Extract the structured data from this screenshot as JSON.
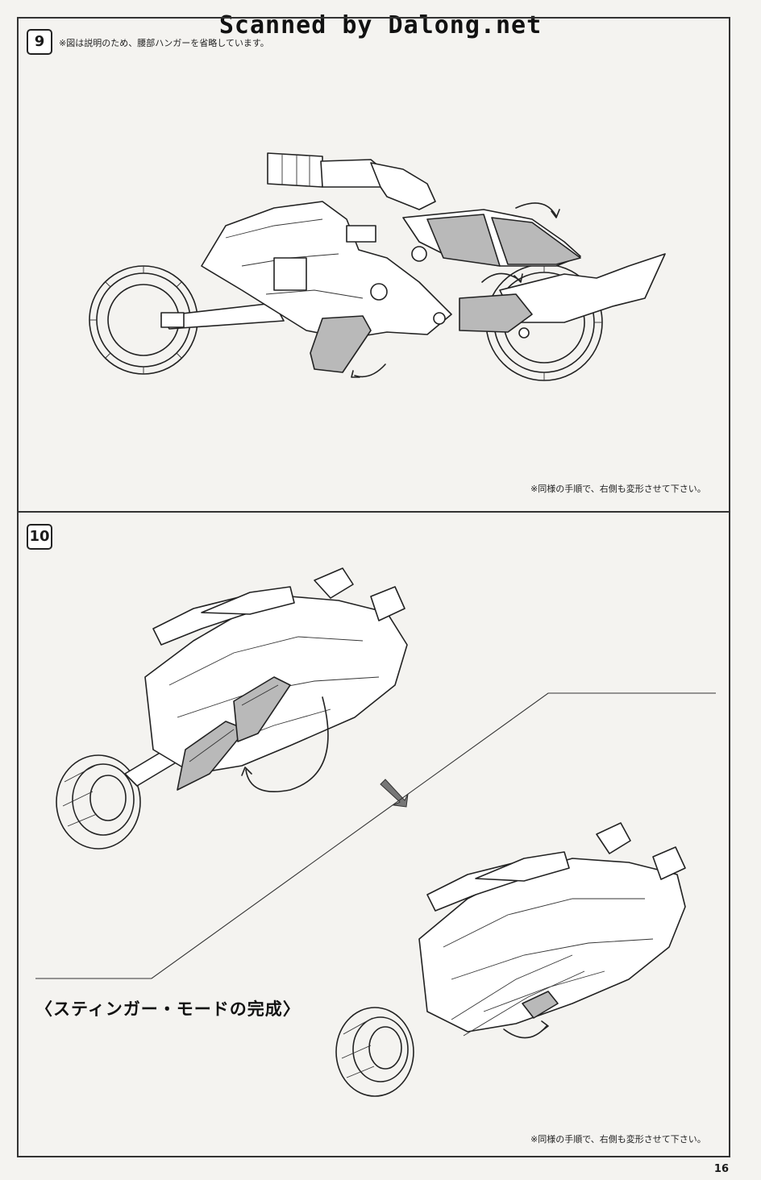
{
  "watermark": "Scanned by Dalong.net",
  "step9": {
    "number": "9",
    "top_note": "※図は説明のため、腰部ハンガーを省略しています。",
    "bottom_note": "※同様の手順で、右側も変形させて下さい。"
  },
  "step10": {
    "number": "10",
    "caption": "〈スティンガー・モードの完成〉",
    "bottom_note": "※同様の手順で、右側も変形させて下さい。"
  },
  "page_number": "16"
}
